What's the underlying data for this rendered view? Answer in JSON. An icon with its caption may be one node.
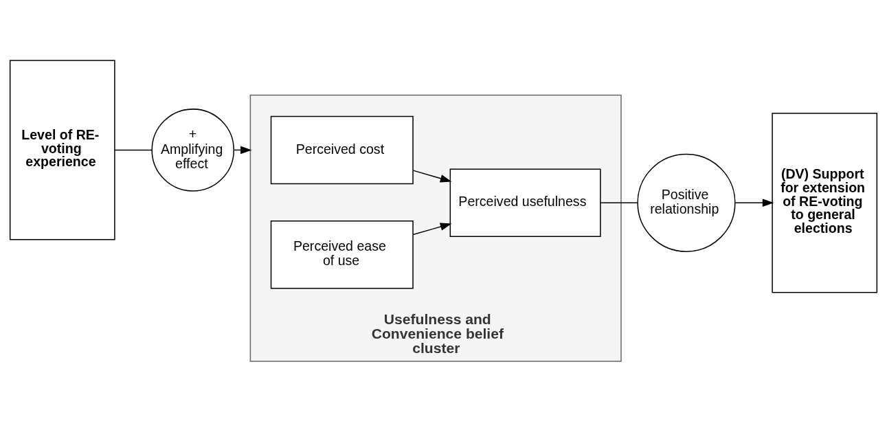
{
  "diagram": {
    "nodes": [
      {
        "text": [
          "Level of RE-voting experience"
        ]
      },
      {
        "text": [
          "+",
          "Amplifying effect"
        ]
      },
      {
        "text": [
          "Usefulness and Convenience belief cluster"
        ]
      },
      {
        "text": [
          "Perceived cost"
        ],
        "in": 2
      },
      {
        "text": [
          "Perceived usefulness"
        ],
        "in": 2
      },
      {
        "text": [
          "Perceived ease of use"
        ],
        "in": 2
      },
      {
        "text": [
          "Positive relationship"
        ]
      },
      {
        "text": [
          "(DV) Support for extension of RE-voting to general elections"
        ]
      }
    ],
    "edges": [
      {
        "from": 0,
        "to": 1,
        "arrow": "none"
      },
      {
        "from": 1,
        "to": 2,
        "arrow": "to"
      },
      {
        "from": 3,
        "to": 4,
        "arrow": "to"
      },
      {
        "from": 5,
        "to": 4,
        "arrow": "to"
      },
      {
        "from": 4,
        "to": 6,
        "arrow": "none"
      },
      {
        "from": 6,
        "to": 7,
        "arrow": "to"
      }
    ]
  }
}
